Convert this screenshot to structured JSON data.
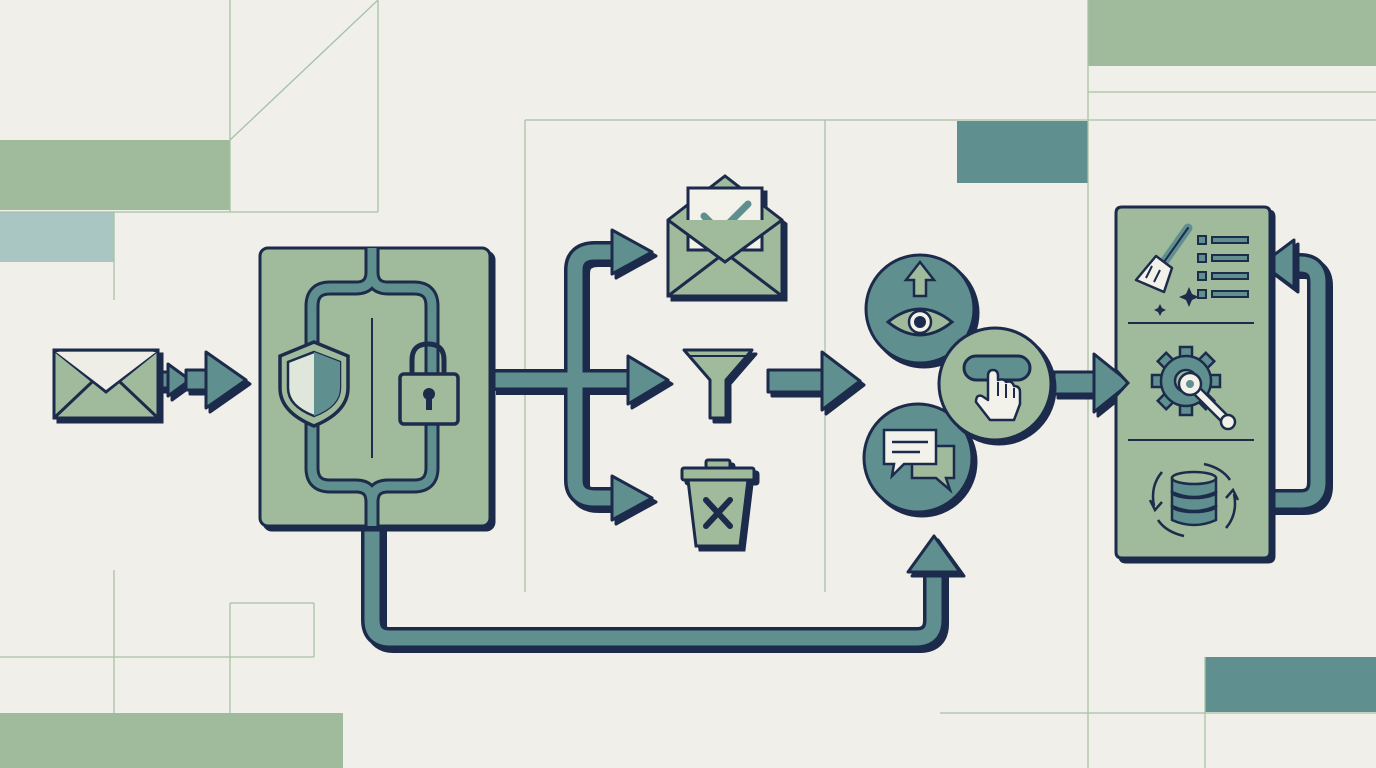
{
  "colors": {
    "background": "#f0efe9",
    "outline": "#1e2c4c",
    "sage": "#9fbb9c",
    "teal": "#5f8f8f",
    "pale_teal": "#a9c6c3",
    "grid_line": "#a8c1a6"
  },
  "diagram": {
    "type": "email-processing-flow",
    "nodes": [
      {
        "id": "incoming-email",
        "icon": "envelope-icon"
      },
      {
        "id": "security-gateway",
        "icons": [
          "shield-icon",
          "padlock-icon"
        ]
      },
      {
        "id": "approved-inbox",
        "icon": "envelope-check-icon"
      },
      {
        "id": "filter",
        "icon": "funnel-icon"
      },
      {
        "id": "discard",
        "icon": "trash-x-icon"
      },
      {
        "id": "engagement",
        "icons": [
          "eye-up-icon",
          "click-button-icon",
          "chat-bubbles-icon"
        ]
      },
      {
        "id": "maintenance-panel",
        "icons": [
          "broom-list-icon",
          "gear-wrench-icon",
          "database-sync-icon"
        ]
      }
    ],
    "edges": [
      {
        "from": "incoming-email",
        "to": "security-gateway"
      },
      {
        "from": "security-gateway",
        "to": "approved-inbox"
      },
      {
        "from": "security-gateway",
        "to": "filter"
      },
      {
        "from": "security-gateway",
        "to": "discard"
      },
      {
        "from": "filter",
        "to": "engagement"
      },
      {
        "from": "security-gateway",
        "to": "engagement"
      },
      {
        "from": "engagement",
        "to": "maintenance-panel"
      },
      {
        "from": "maintenance-panel",
        "to": "maintenance-panel"
      }
    ]
  }
}
